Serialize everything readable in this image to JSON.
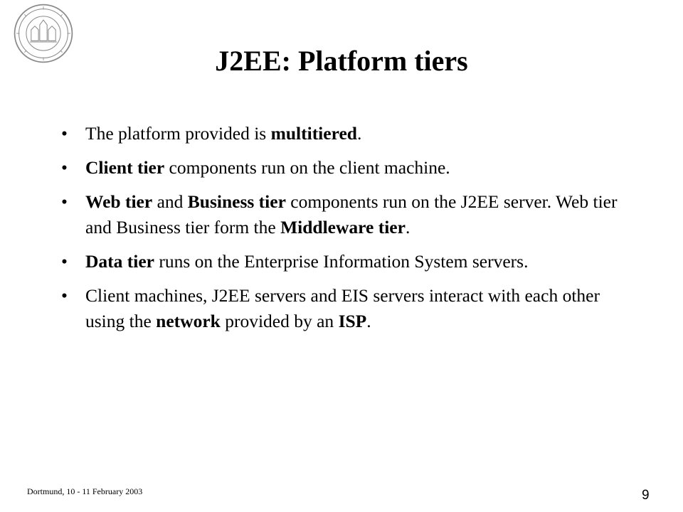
{
  "slide": {
    "title": "J2EE: Platform tiers",
    "bullet_char": "•",
    "bullets": [
      [
        {
          "text": "The platform provided is ",
          "bold": false
        },
        {
          "text": "multitiered",
          "bold": true
        },
        {
          "text": ".",
          "bold": false
        }
      ],
      [
        {
          "text": "Client tier",
          "bold": true
        },
        {
          "text": " components run on the client machine.",
          "bold": false
        }
      ],
      [
        {
          "text": "Web tier",
          "bold": true
        },
        {
          "text": " and ",
          "bold": false
        },
        {
          "text": "Business tier",
          "bold": true
        },
        {
          "text": " components run on the J2EE server. Web tier and Business tier form the ",
          "bold": false
        },
        {
          "text": "Middleware tier",
          "bold": true
        },
        {
          "text": ".",
          "bold": false
        }
      ],
      [
        {
          "text": "Data tier",
          "bold": true
        },
        {
          "text": " runs on the Enterprise Information System servers.",
          "bold": false
        }
      ],
      [
        {
          "text": "Client machines, J2EE servers and EIS servers interact with each other using the ",
          "bold": false
        },
        {
          "text": "network",
          "bold": true
        },
        {
          "text": " provided by an ",
          "bold": false
        },
        {
          "text": "ISP",
          "bold": true
        },
        {
          "text": ".",
          "bold": false
        }
      ]
    ]
  },
  "footer": {
    "date": "Dortmund, 10 - 11 February 2003",
    "page_number": "9"
  },
  "seal": {
    "icon": "university-seal-icon",
    "color": "#8a8a8a"
  }
}
